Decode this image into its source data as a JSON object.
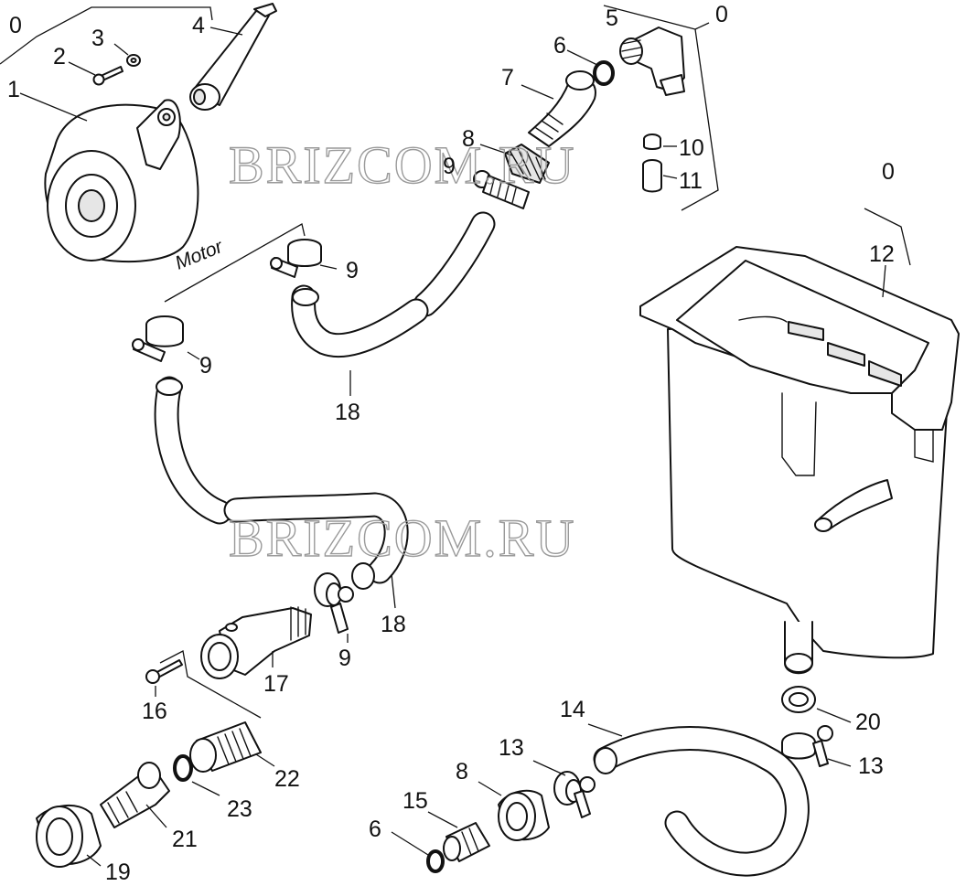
{
  "diagram": {
    "motor_label": "Motor",
    "watermark": "BRIZCOM.RU",
    "labels": [
      {
        "id": "0a",
        "text": "0"
      },
      {
        "id": "1",
        "text": "1"
      },
      {
        "id": "2",
        "text": "2"
      },
      {
        "id": "3",
        "text": "3"
      },
      {
        "id": "4",
        "text": "4"
      },
      {
        "id": "5",
        "text": "5"
      },
      {
        "id": "0b",
        "text": "0"
      },
      {
        "id": "6a",
        "text": "6"
      },
      {
        "id": "7",
        "text": "7"
      },
      {
        "id": "8a",
        "text": "8"
      },
      {
        "id": "9a",
        "text": "9"
      },
      {
        "id": "10",
        "text": "10"
      },
      {
        "id": "11",
        "text": "11"
      },
      {
        "id": "0c",
        "text": "0"
      },
      {
        "id": "12",
        "text": "12"
      },
      {
        "id": "9b",
        "text": "9"
      },
      {
        "id": "9c",
        "text": "9"
      },
      {
        "id": "18a",
        "text": "18"
      },
      {
        "id": "18b",
        "text": "18"
      },
      {
        "id": "9d",
        "text": "9"
      },
      {
        "id": "17",
        "text": "17"
      },
      {
        "id": "16",
        "text": "16"
      },
      {
        "id": "14",
        "text": "14"
      },
      {
        "id": "20",
        "text": "20"
      },
      {
        "id": "13a",
        "text": "13"
      },
      {
        "id": "13b",
        "text": "13"
      },
      {
        "id": "8b",
        "text": "8"
      },
      {
        "id": "15",
        "text": "15"
      },
      {
        "id": "6b",
        "text": "6"
      },
      {
        "id": "22",
        "text": "22"
      },
      {
        "id": "23",
        "text": "23"
      },
      {
        "id": "21",
        "text": "21"
      },
      {
        "id": "19",
        "text": "19"
      }
    ]
  }
}
